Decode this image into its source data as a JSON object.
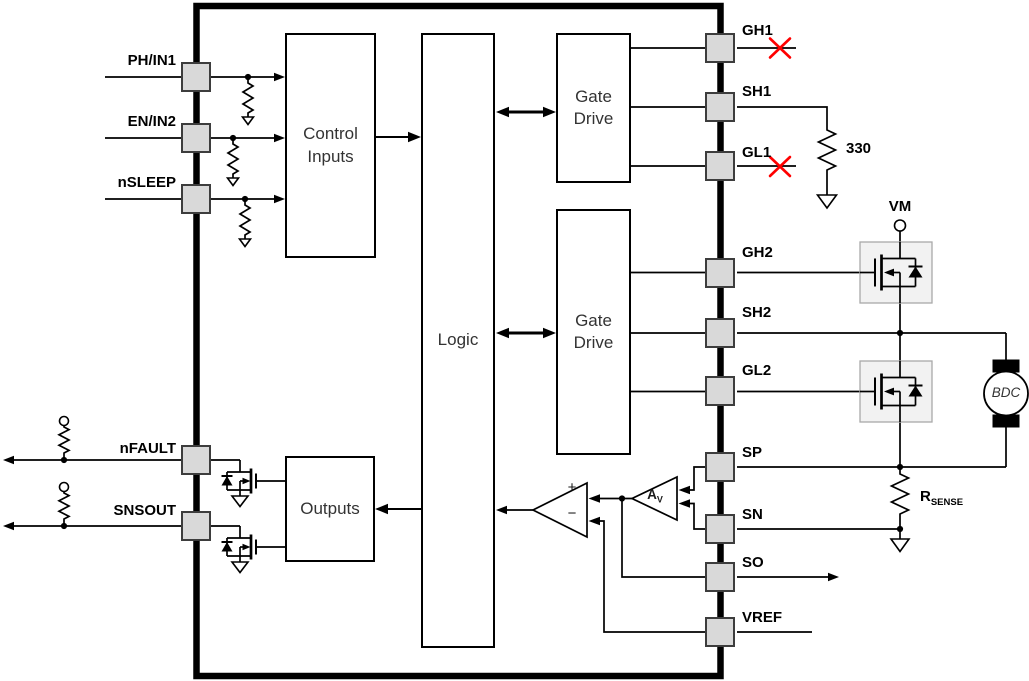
{
  "blocks": {
    "control_inputs": {
      "line1": "Control",
      "line2": "Inputs"
    },
    "logic": {
      "label": "Logic"
    },
    "gate_drive_1": {
      "line1": "Gate",
      "line2": "Drive"
    },
    "gate_drive_2": {
      "line1": "Gate",
      "line2": "Drive"
    },
    "outputs": {
      "label": "Outputs"
    }
  },
  "pins": {
    "left": [
      {
        "name": "PH/IN1"
      },
      {
        "name": "EN/IN2"
      },
      {
        "name": "nSLEEP"
      },
      {
        "name": "nFAULT"
      },
      {
        "name": "SNSOUT"
      }
    ],
    "right": [
      {
        "name": "GH1"
      },
      {
        "name": "SH1"
      },
      {
        "name": "GL1"
      },
      {
        "name": "GH2"
      },
      {
        "name": "SH2"
      },
      {
        "name": "GL2"
      },
      {
        "name": "SP"
      },
      {
        "name": "SN"
      },
      {
        "name": "SO"
      },
      {
        "name": "VREF"
      }
    ]
  },
  "annotations": {
    "supply_label": "VM",
    "gate_resistor_value": "330",
    "motor_label": "BDC",
    "sense_resistor_base": "R",
    "sense_resistor_sub": "SENSE",
    "amp_base": "A",
    "amp_sub": "V",
    "comparator_plus": "+",
    "comparator_minus": "−"
  },
  "colors": {
    "wire": "#000000",
    "error_x": "#ff0000",
    "pin_fill": "#d9d9d9",
    "pin_border": "#3d3d3d",
    "fet_box_fill": "#f2f2f2",
    "fet_box_border": "#a9a9a9"
  }
}
